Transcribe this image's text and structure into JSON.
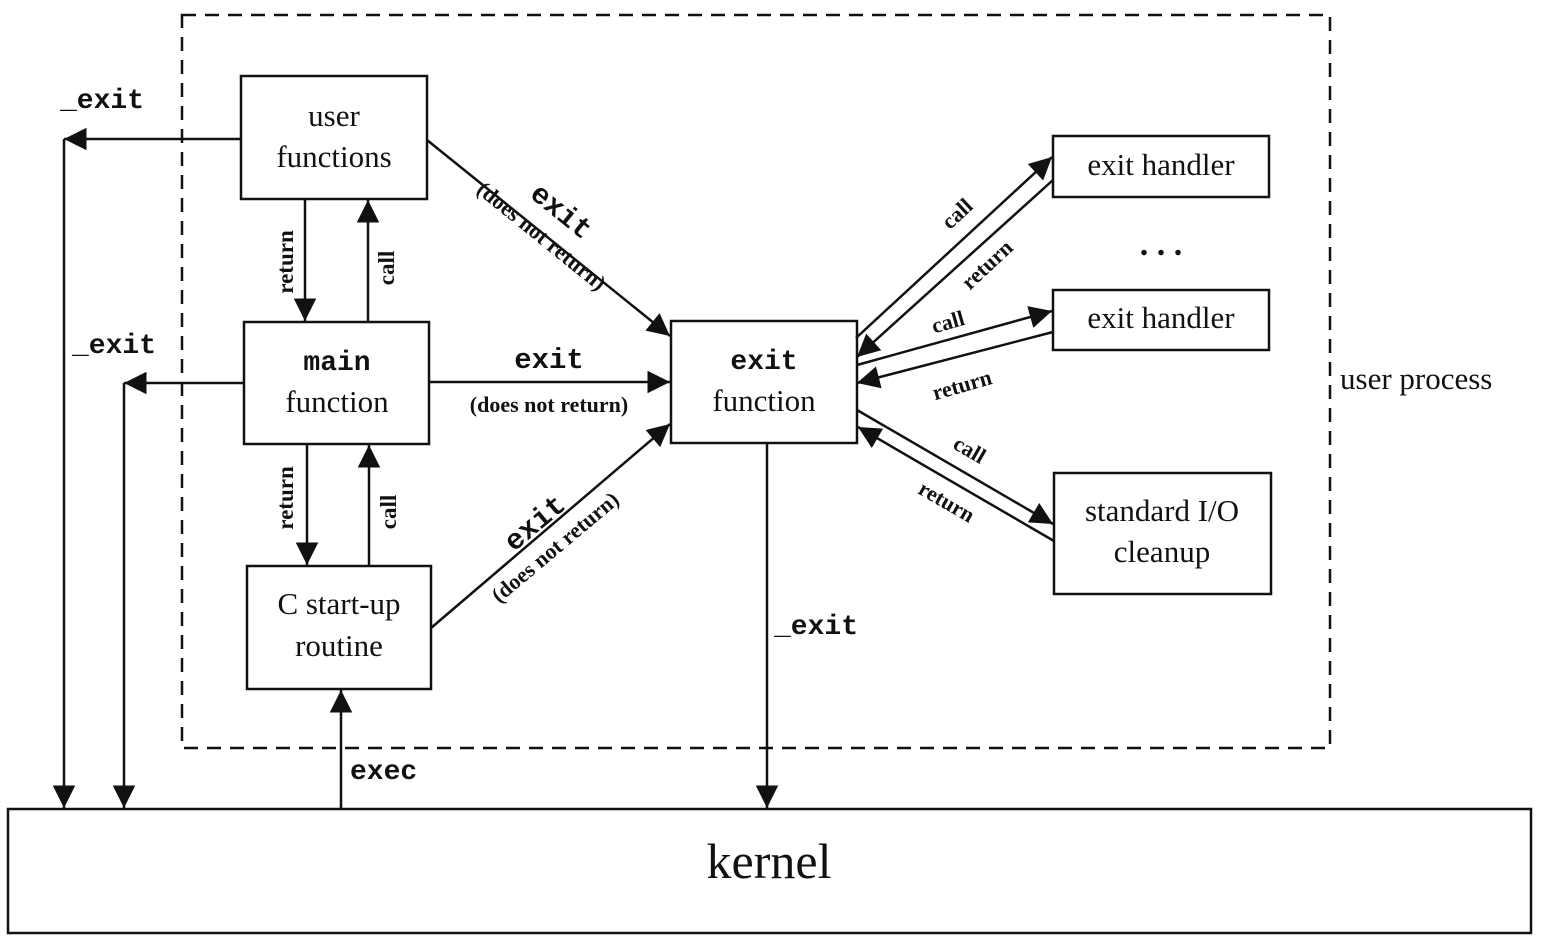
{
  "region_label": "user process",
  "boxes": {
    "user_functions": [
      "user",
      "functions"
    ],
    "main_function": [
      "main",
      "function"
    ],
    "startup": [
      "C start-up",
      "routine"
    ],
    "exit_function": [
      "exit",
      "function"
    ],
    "exit_handler_1": "exit handler",
    "exit_handler_2": "exit handler",
    "ellipsis": ". . .",
    "stdio_cleanup": [
      "standard I/O",
      "cleanup"
    ],
    "kernel": "kernel"
  },
  "edges": {
    "exit_label": "exit",
    "no_return_label": "(does not return)",
    "underscore_exit": "_exit",
    "exec_label": "exec",
    "call_label": "call",
    "return_label": "return"
  },
  "colors": {
    "ink": "#111111",
    "background": "#ffffff"
  }
}
